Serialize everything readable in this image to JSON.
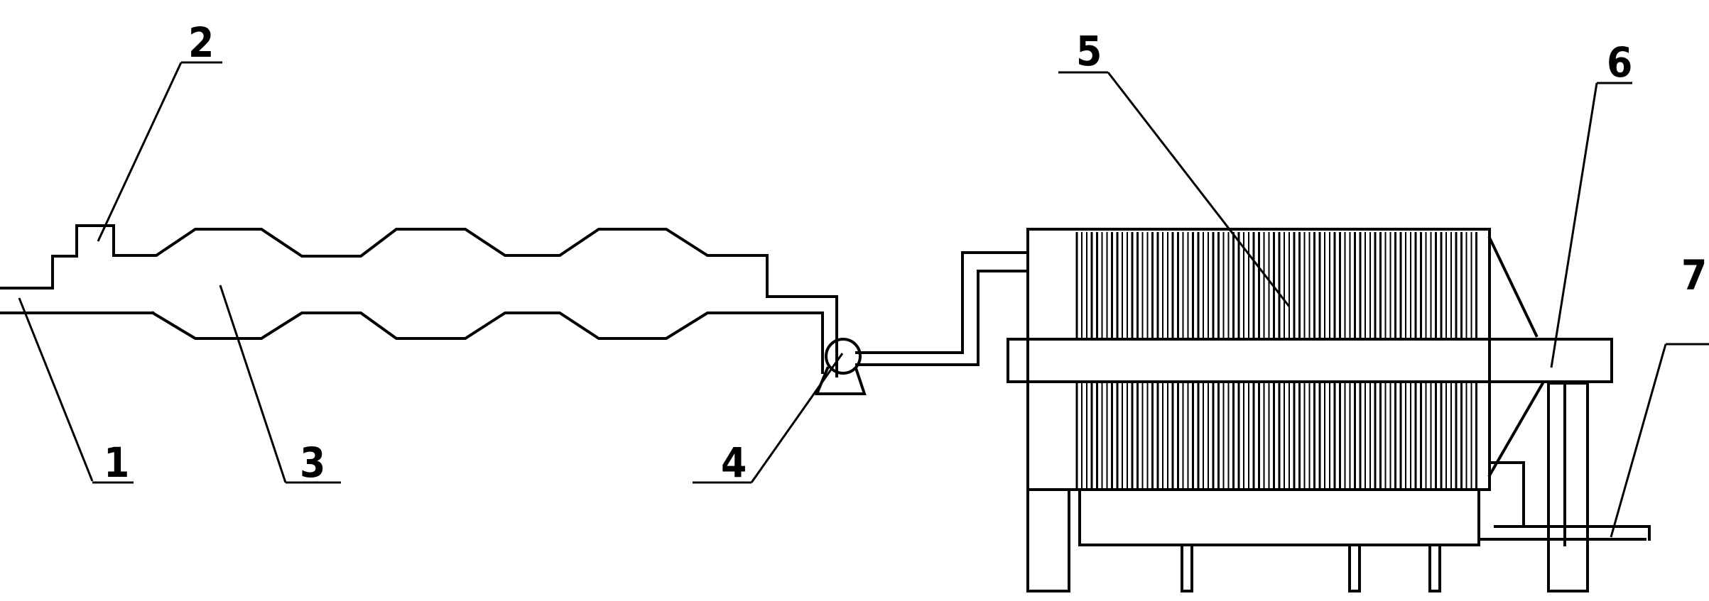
{
  "labels": {
    "n1": "1",
    "n2": "2",
    "n3": "3",
    "n4": "4",
    "n5": "5",
    "n6": "6",
    "n7": "7"
  },
  "colors": {
    "line": "#000000",
    "background": "#ffffff"
  }
}
